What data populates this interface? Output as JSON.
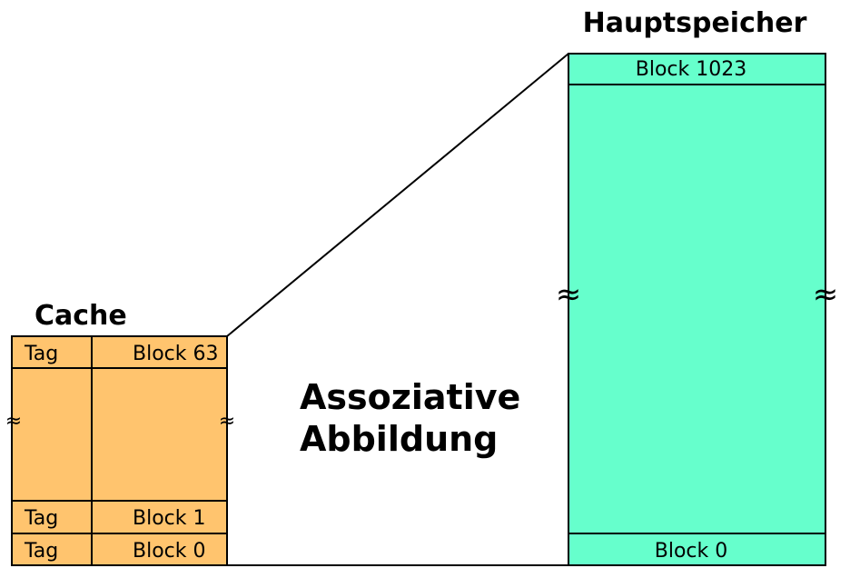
{
  "cache": {
    "title": "Cache",
    "color": "#FFC46E",
    "rows": [
      {
        "tag": "Tag",
        "block": "Block 63"
      },
      {
        "tag": "Tag",
        "block": "Block 1"
      },
      {
        "tag": "Tag",
        "block": "Block 0"
      }
    ],
    "gap_symbol": "≈"
  },
  "main_memory": {
    "title": "Hauptspeicher",
    "color": "#66FFCC",
    "top_block": "Block 1023",
    "bottom_block": "Block 0",
    "gap_symbol": "≈"
  },
  "mapping": {
    "line1": "Assoziative",
    "line2": "Abbildung"
  }
}
